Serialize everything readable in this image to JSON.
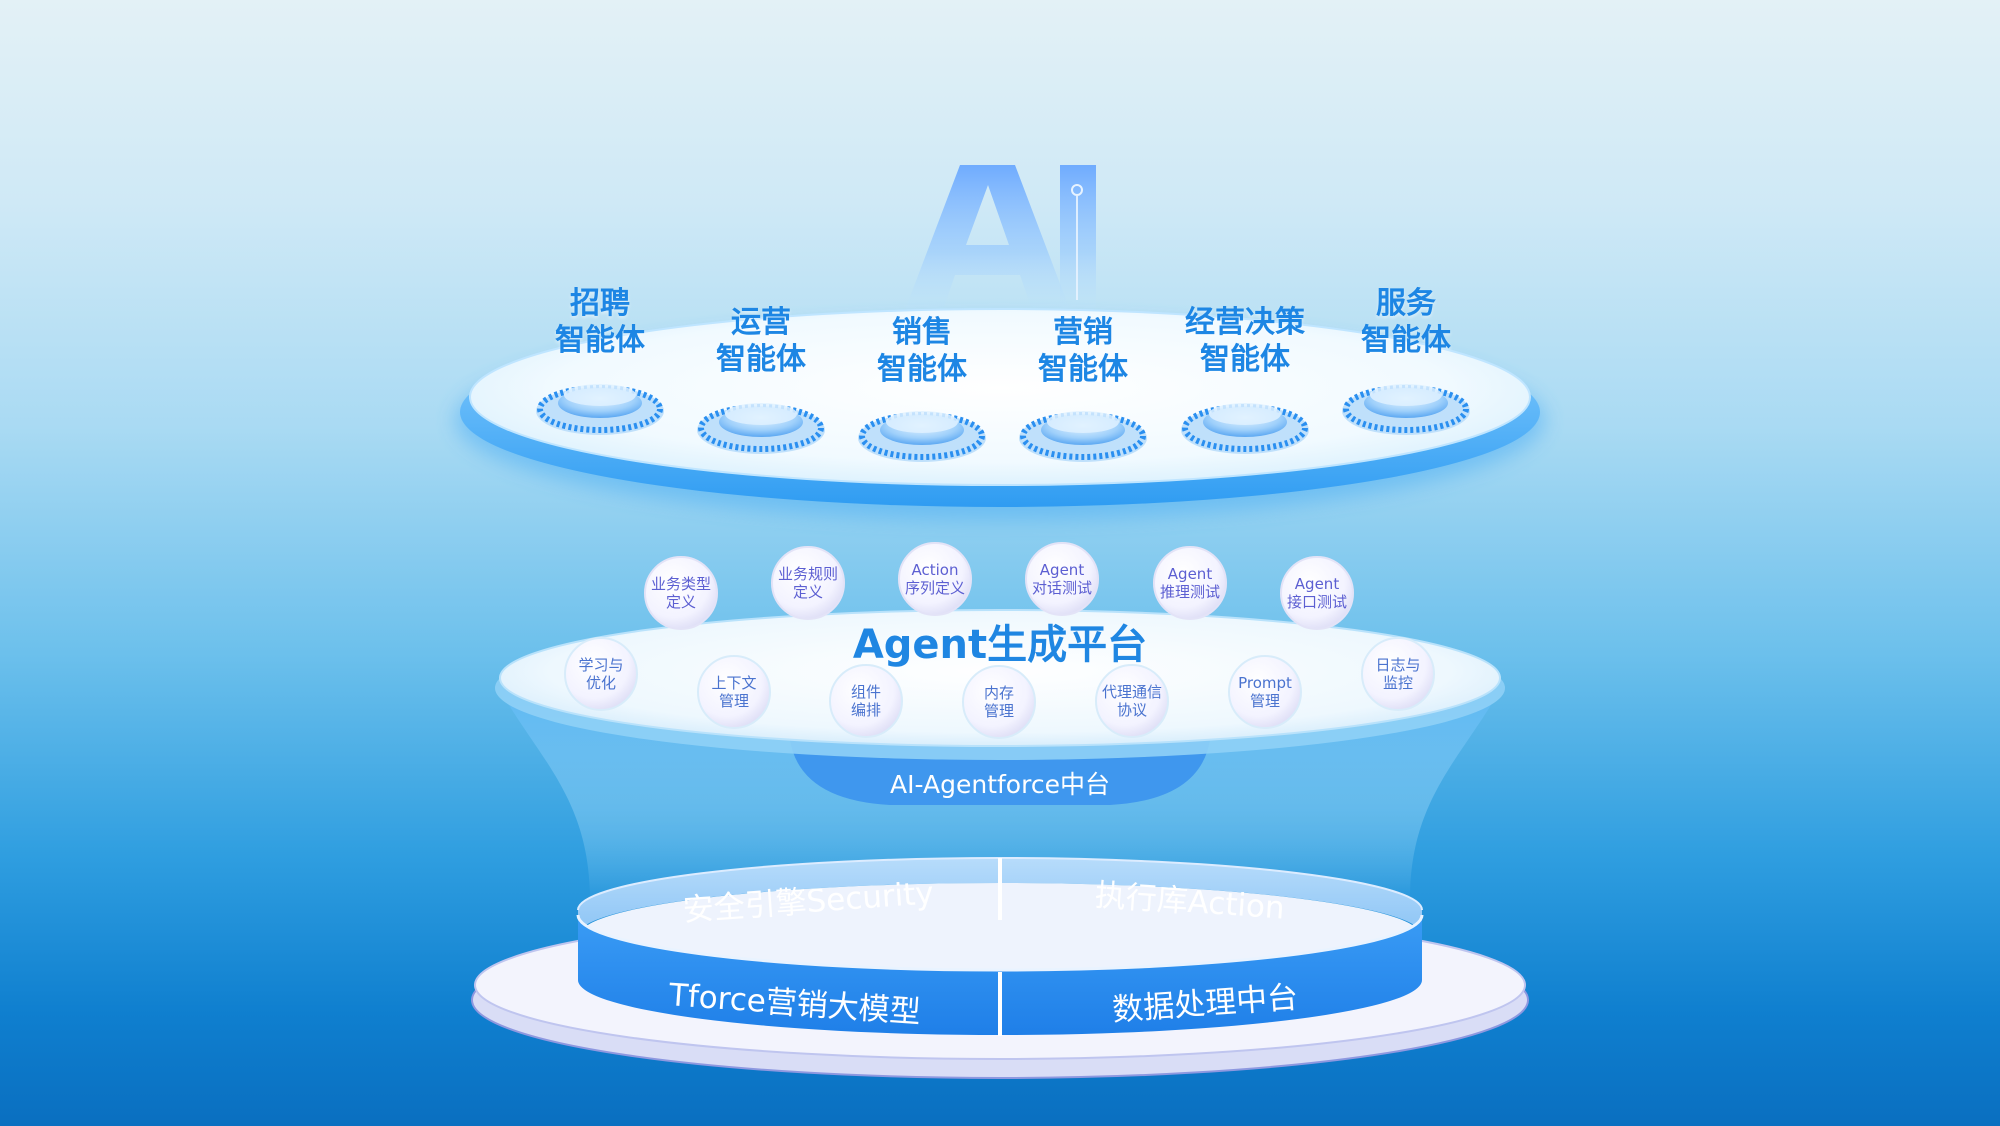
{
  "hero": {
    "text": "AI"
  },
  "agents": [
    {
      "line1": "招聘",
      "line2": "智能体"
    },
    {
      "line1": "运营",
      "line2": "智能体"
    },
    {
      "line1": "销售",
      "line2": "智能体"
    },
    {
      "line1": "营销",
      "line2": "智能体"
    },
    {
      "line1": "经营决策",
      "line2": "智能体"
    },
    {
      "line1": "服务",
      "line2": "智能体"
    }
  ],
  "platform": {
    "title": "Agent生成平台",
    "upper_bubbles": [
      {
        "line1": "业务类型",
        "line2": "定义"
      },
      {
        "line1": "业务规则",
        "line2": "定义"
      },
      {
        "line1": "Action",
        "line2": "序列定义"
      },
      {
        "line1": "Agent",
        "line2": "对话测试"
      },
      {
        "line1": "Agent",
        "line2": "推理测试"
      },
      {
        "line1": "Agent",
        "line2": "接口测试"
      }
    ],
    "lower_bubbles": [
      {
        "line1": "学习与",
        "line2": "优化"
      },
      {
        "line1": "上下文",
        "line2": "管理"
      },
      {
        "line1": "组件",
        "line2": "编排"
      },
      {
        "line1": "内存",
        "line2": "管理"
      },
      {
        "line1": "代理通信",
        "line2": "协议"
      },
      {
        "line1": "Prompt",
        "line2": "管理"
      },
      {
        "line1": "日志与",
        "line2": "监控"
      }
    ]
  },
  "middle_platform": {
    "title": "AI-Agentforce中台"
  },
  "base": {
    "back_left": "安全引擎Security",
    "back_right": "执行库Action",
    "front_left": "Tforce营销大模型",
    "front_right": "数据处理中台"
  },
  "colors": {
    "accent_blue": "#1d86e4",
    "bubble_purple": "#5c5fd2",
    "ring_blue": "#2b8ff0"
  }
}
